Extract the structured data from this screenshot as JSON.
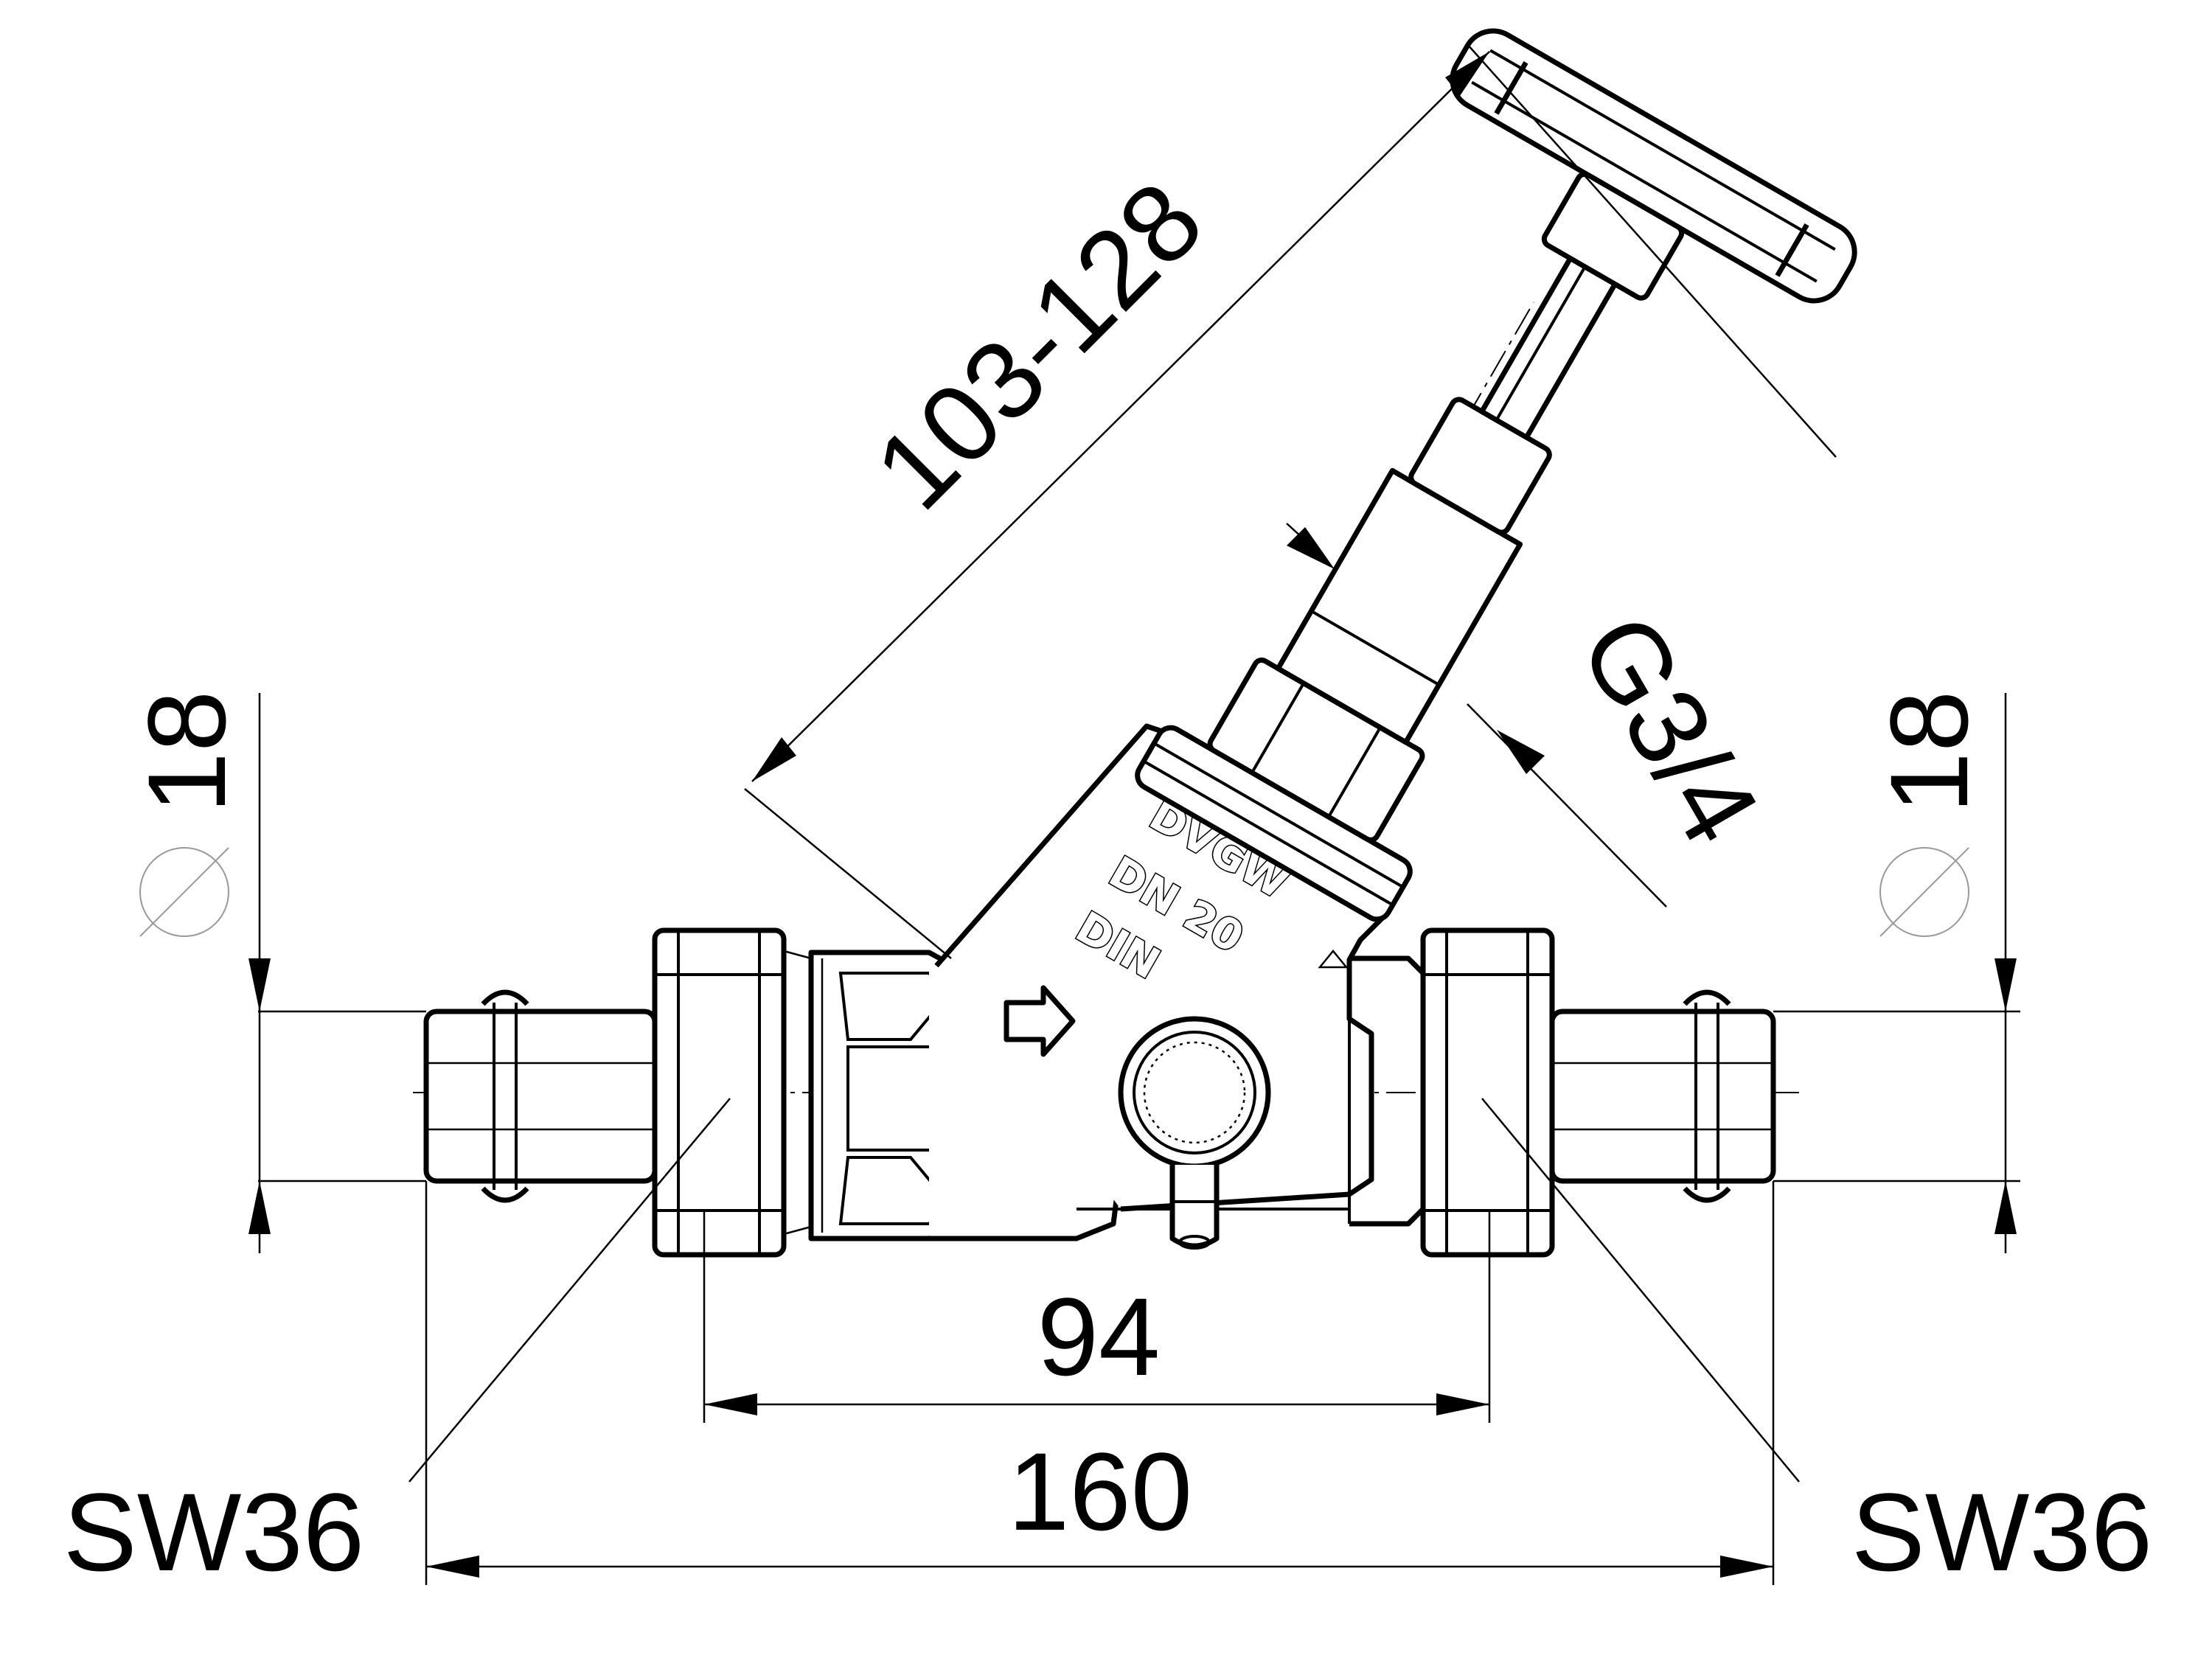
{
  "dimensions": {
    "overall_length": "160",
    "nut_spacing": "94",
    "stem_height": "103-128",
    "stem_thread": "G3/4",
    "pipe_diameter_left": "18",
    "pipe_diameter_right": "18",
    "wrench_size_left": "SW36",
    "wrench_size_right": "SW36"
  },
  "body_marks": {
    "line1": "DVGW",
    "line2": "DN 20",
    "line3": "DIN"
  },
  "symbols": {
    "diameter": "diameter-icon",
    "flow": "flow-arrow-icon"
  },
  "colors": {
    "line": "#000000",
    "background": "#ffffff"
  }
}
